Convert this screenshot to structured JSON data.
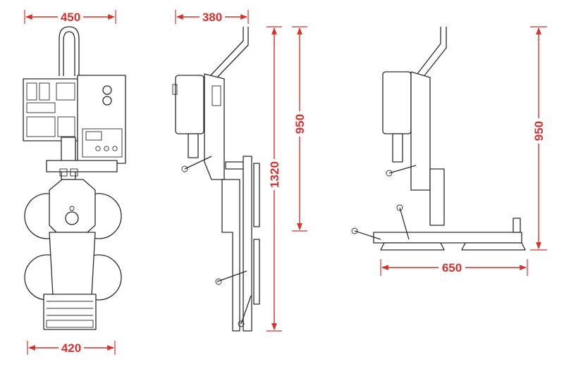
{
  "dimensions": {
    "front_top_width": "450",
    "front_bottom_width": "420",
    "side_top_width": "380",
    "side_height_upper": "950",
    "side_total_height": "1320",
    "flat_height": "950",
    "flat_length": "650"
  },
  "colors": {
    "dimension": "#d9302c",
    "drawing": "#2b2b2b",
    "background": "#ffffff"
  },
  "views": [
    "front-view",
    "side-view-vertical",
    "side-view-horizontal"
  ]
}
